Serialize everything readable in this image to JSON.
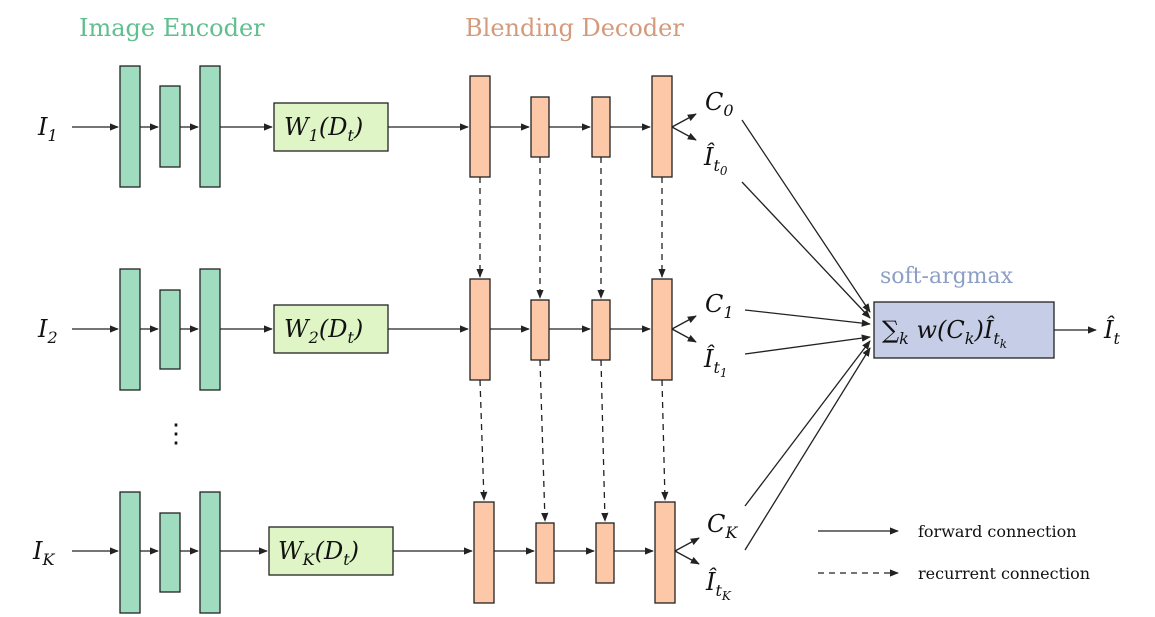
{
  "titles": {
    "image_encoder": "Image Encoder",
    "blending_decoder": "Blending Decoder",
    "soft_argmax": "soft-argmax"
  },
  "rows": [
    {
      "input_base": "I",
      "input_sub": "1",
      "warp_base": "W",
      "warp_sub": "1",
      "warp_arg": "(D",
      "warp_arg_sub": "t",
      "warp_close": ")",
      "conf_base": "C",
      "conf_sub": "0",
      "img_base": "Î",
      "img_sub": "t",
      "img_subsub": "0"
    },
    {
      "input_base": "I",
      "input_sub": "2",
      "warp_base": "W",
      "warp_sub": "2",
      "warp_arg": "(D",
      "warp_arg_sub": "t",
      "warp_close": ")",
      "conf_base": "C",
      "conf_sub": "1",
      "img_base": "Î",
      "img_sub": "t",
      "img_subsub": "1"
    },
    {
      "input_base": "I",
      "input_sub": "K",
      "warp_base": "W",
      "warp_sub": "K",
      "warp_arg": "(D",
      "warp_arg_sub": "t",
      "warp_close": ")",
      "conf_base": "C",
      "conf_sub": "K",
      "img_base": "Î",
      "img_sub": "t",
      "img_subsub": "K"
    }
  ],
  "ellipsis": "⋮",
  "soft_box": {
    "sum": "∑",
    "sum_sub": "k",
    "w": " w(C",
    "w_sub": "k",
    "w_close": ")",
    "i": "Î",
    "i_sub": "t",
    "i_subsub": "k"
  },
  "output": {
    "base": "Î",
    "sub": "t"
  },
  "legend": {
    "forward": "forward connection",
    "recurrent": "recurrent connection"
  },
  "colors": {
    "encoder_fill": "#9fdcc0",
    "decoder_fill": "#fdc8a8",
    "warp_fill": "#dff5c6",
    "softmax_fill": "#c6cde6",
    "encoder_title": "#5fbf8e",
    "decoder_title": "#d49a7c",
    "softmax_title": "#8d9ec5"
  }
}
